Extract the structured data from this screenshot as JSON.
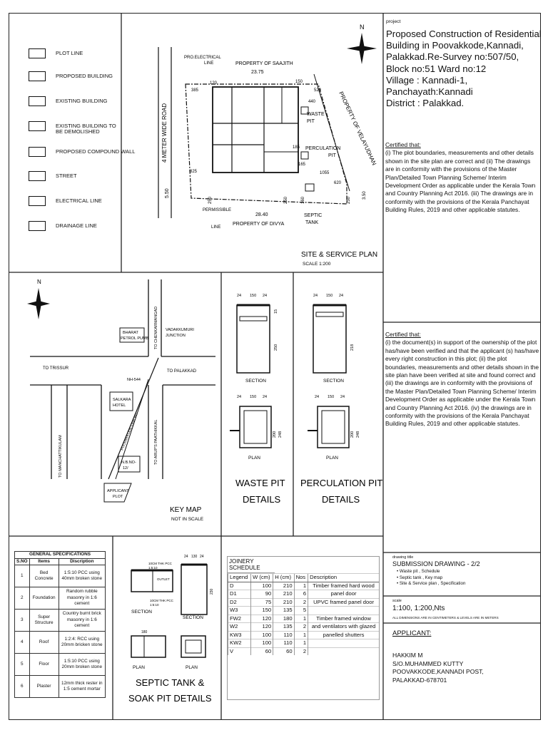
{
  "legend": {
    "items": [
      {
        "label": "PLOT LINE"
      },
      {
        "label": "PROPOSED BUILDING"
      },
      {
        "label": "EXISTING BUILDING"
      },
      {
        "label": "EXISTING BUILDING TO",
        "label2": "BE DEMOLISHED"
      },
      {
        "label": "PROPOSED COMPOUND WALL"
      },
      {
        "label": "STREET"
      },
      {
        "label": "ELECTRICAL LINE"
      },
      {
        "label": "DRAINAGE LINE"
      }
    ]
  },
  "site_plan": {
    "title": "SITE & SERVICE PLAN",
    "scale": "SCALE 1:200",
    "north": "N",
    "pro_electrical_line": "PRO.ELECTRICAL",
    "pro_electrical_line2": "LINE",
    "property_top": "PROPERTY OF SAAJITH",
    "dim_top": "23.75",
    "road": "4 METER WIDE ROAD",
    "property_right": "PROPERTY OF VELAYUDHAN",
    "property_bottom": "PROPERTY OF DIVYA",
    "dim_bottom": "28.40",
    "dim_left": "5.50",
    "waste_pit": "WASTE",
    "waste_pit2": "PIT",
    "percolation_pit": "PERCULATION",
    "percolation_pit2": "PIT",
    "septic_tank": "SEPTIC",
    "septic_tank2": "TANK",
    "permissible_line": "PERMISSIBLE",
    "permissible_line2": "LINE",
    "dims": {
      "d1": "385",
      "d2": "120",
      "d3": "150",
      "d4": "520",
      "d5": "440",
      "d6": "185",
      "d7": "165",
      "d8": "825",
      "d9": "1055",
      "d10": "620",
      "d11": "3.50",
      "d12": "250",
      "d13": "250",
      "d14": "160",
      "d15": "250"
    }
  },
  "project": {
    "label": "project",
    "lines": [
      "Proposed Construction of Residential",
      "Building in Poovakkode,Kannadi,",
      "Palakkad.Re-Survey no:507/50,",
      "Block no:51 Ward no:12",
      "Village          : Kannadi-1,",
      "Panchayath:Kannadi",
      "District          : Palakkad."
    ]
  },
  "certificate1": {
    "heading": "Certified that:",
    "body": "(i) The plot boundaries, measurements and other details shown in the site plan are correct and (ii) The drawings are in conformity with the provisions of the Master Plan/Detailed Town Planning Scheme/ Interim Development Order as applicable under the Kerala Town and Country Planning Act 2016. (iii) The drawings are in conformity with the provisions of the Kerala Panchayat Building Rules, 2019 and other applicable statutes."
  },
  "certificate2": {
    "heading": "Certified that:",
    "body": "(i) the document(s) in support of the ownership of the plot has/have been verified and that the applicant (s) has/have every right construction in this plot; (ii) the plot boundaries, measurements and other details shown in the site plan have been verified at site and found correct and (iii) the drawings are in conformity with the provisions of the Master Plan/Detailed Town Planning Scheme/ Interim Development Order as applicable under the Kerala Town and Country Planning Act 2016. (iv) the drawings are in conformity with the provisions of the Kerala Panchayat Building Rules, 2019 and other applicable statutes."
  },
  "key_map": {
    "title": "KEY MAP",
    "subtitle": "NOT IN SCALE",
    "north": "N",
    "to_trissur": "TO TRISSUR",
    "to_palakkad": "TO PALAKKAD",
    "to_chittur": "TO CHENKARMANGAD",
    "to_manchattikulam": "TO MANCHATTIKULAM",
    "to_athipotta": "TO ARUP'S PAATHIKKAL",
    "bharat_petrol": "BHARAT",
    "bharat_petrol2": "PETROL PUMB",
    "vadakkumuri": "VADAKKUMURI",
    "vadakkumuri2": "JUNCTION",
    "nh": "NH-544",
    "salkara": "SALKARA",
    "salkara2": "HOTEL",
    "nbno": "N.B.NO-",
    "nbno2": "12/",
    "applicant_plot": "APPLICANT",
    "applicant_plot2": "PLOT",
    "poovakkode": "POOVAKKODE  LINK RD"
  },
  "waste_pit": {
    "title": "WASTE PIT",
    "title2": "DETAILS",
    "section": "SECTION",
    "plan": "PLAN",
    "d_top": "24",
    "d_mid": "150",
    "d_end": "24",
    "d_h": "250",
    "d_w": "15",
    "d_plan1": "200",
    "d_plan2": "248"
  },
  "perc_pit": {
    "title": "PERCULATION PIT",
    "title2": "DETAILS",
    "section": "SECTION",
    "plan": "PLAN",
    "d_top": "24",
    "d_mid": "150",
    "d_end": "24",
    "d_h": "218",
    "d_plan1": "200",
    "d_plan2": "248"
  },
  "specs": {
    "title": "GENERAL SPECIFICATIONS",
    "headers": [
      "S.NO",
      "Items",
      "Discription"
    ],
    "rows": [
      [
        "1",
        "Bed Concrete",
        "1:5:10 PCC using 40mm broken stone"
      ],
      [
        "2",
        "Foundation",
        "Random rubble masonry in 1:6 cement"
      ],
      [
        "3",
        "Super Structure",
        "Country burnt brick masonry in 1:6 cement"
      ],
      [
        "4",
        "Roof",
        "1:2:4: RCC using 20mm bricken stone"
      ],
      [
        "5",
        "Floor",
        "1:5:10 PCC using 20mm broken stone"
      ],
      [
        "6",
        "Plaster",
        "12mm thick rester in 1:5 cement mortar"
      ]
    ]
  },
  "septic": {
    "title": "SEPTIC TANK &",
    "title2": "SOAK PIT DETAILS",
    "section": "SECTION",
    "plan": "PLAN",
    "section2": "SECTION",
    "plan2": "PLAN",
    "outlet": "OUTLET",
    "pcc1": "10CM THK PCC",
    "pcc1b": "1:5:10",
    "pcc2": "10CM THK PCC",
    "pcc2b": "1:5:10",
    "d1": "24",
    "d2": "130",
    "d3": "24",
    "d4": "180",
    "d5": "230"
  },
  "joinery": {
    "title": "JOINERY SCHEDULE",
    "headers": [
      "Legend",
      "W (cm)",
      "H (cm)",
      "Nos",
      "Description"
    ],
    "rows": [
      [
        "D",
        "100",
        "210",
        "1",
        "Timber framed hard wood"
      ],
      [
        "D1",
        "90",
        "210",
        "6",
        "panel door"
      ],
      [
        "D2",
        "75",
        "210",
        "2",
        "UPVC framed panel door"
      ],
      [
        "W3",
        "150",
        "135",
        "5",
        ""
      ],
      [
        "FW2",
        "120",
        "180",
        "1",
        "Timber framed window"
      ],
      [
        "W2",
        "120",
        "135",
        "2",
        "and ventilators with glazed"
      ],
      [
        "KW3",
        "100",
        "110",
        "1",
        "panelled shutters"
      ],
      [
        "KW2",
        "100",
        "110",
        "1",
        ""
      ],
      [
        "V",
        "60",
        "60",
        "2",
        ""
      ]
    ]
  },
  "drawing_info": {
    "title_label": "drawing title",
    "title": "SUBMISSION DRAWING - 2/2",
    "items": [
      "Waste pit , Schedule",
      "Septic tank , Key map",
      "Site & Service plan , Specification"
    ],
    "scale_label": "scale",
    "scale": "1:100, 1:200,Nts",
    "dims_note": "ALL DIMENSIONS ARE IN CENTIMETERS & LEVELS ARE IN METERS",
    "applicant_label": "APPLICANT:",
    "applicant_lines": [
      "HAKKIM M",
      "S/O.MUHAMMED KUTTY",
      "POOVAKKODE,KANNADI POST,",
      "PALAKKAD-678701"
    ]
  }
}
